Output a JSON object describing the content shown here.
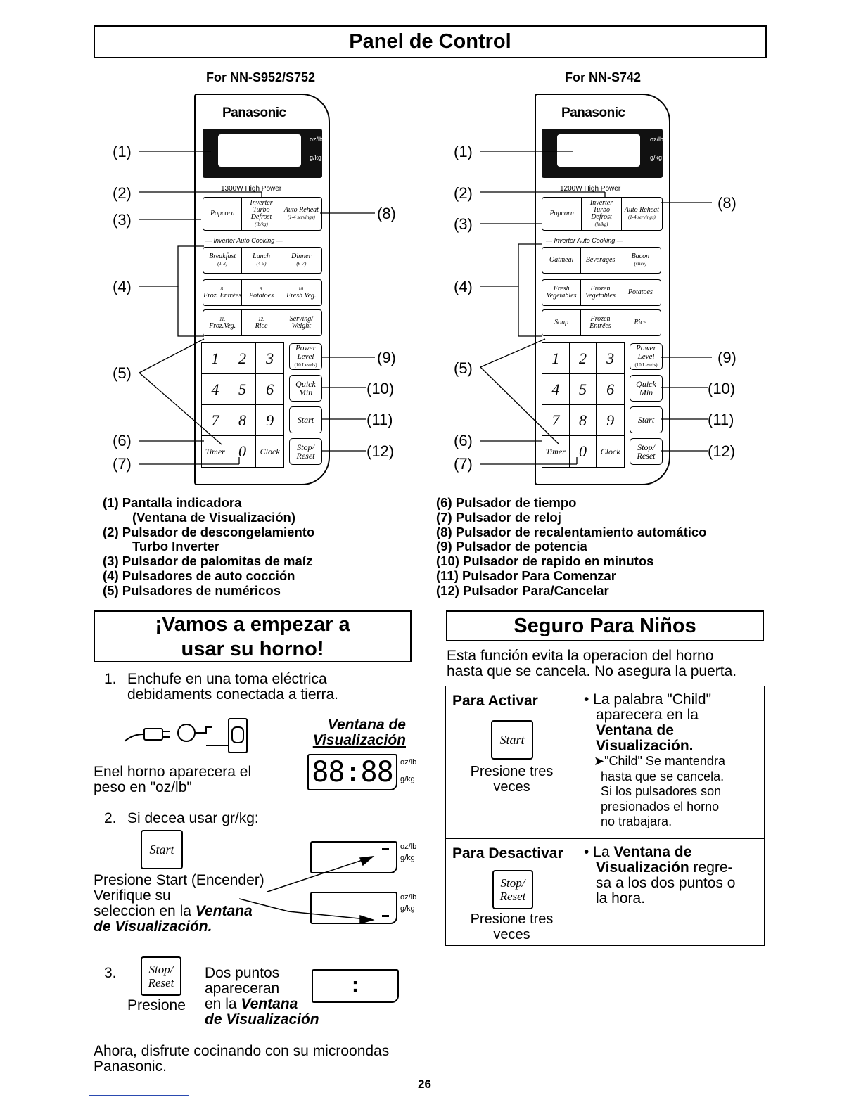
{
  "title": "Panel de Control",
  "left_model": "For NN-S952/S752",
  "right_model": "For NN-S742",
  "brand": "Panasonic",
  "display_units": {
    "oz": "oz/lb",
    "g": "g/kg"
  },
  "left_panel": {
    "power": "1300W High Power",
    "row1": [
      {
        "label": "Popcorn",
        "sub": ""
      },
      {
        "label": "Inverter Turbo Defrost",
        "sub": "(lb/kg)"
      },
      {
        "label": "Auto Reheat",
        "sub": "(1-4 servings)"
      }
    ],
    "auto_label": "Inverter Auto Cooking",
    "auto_rows": [
      [
        {
          "num": "",
          "label": "Breakfast",
          "sub": "(1-3)"
        },
        {
          "num": "",
          "label": "Lunch",
          "sub": "(4-5)"
        },
        {
          "num": "",
          "label": "Dinner",
          "sub": "(6-7)"
        }
      ],
      [
        {
          "num": "8.",
          "label": "Froz. Entrées",
          "sub": ""
        },
        {
          "num": "9.",
          "label": "Potatoes",
          "sub": ""
        },
        {
          "num": "10.",
          "label": "Fresh Veg.",
          "sub": ""
        }
      ],
      [
        {
          "num": "11.",
          "label": "Froz.Veg.",
          "sub": ""
        },
        {
          "num": "12.",
          "label": "Rice",
          "sub": ""
        },
        {
          "num": "",
          "label": "Serving/ Weight",
          "sub": ""
        }
      ]
    ]
  },
  "right_panel": {
    "power": "1200W High Power",
    "row1": [
      {
        "label": "Popcorn",
        "sub": ""
      },
      {
        "label": "Inverter Turbo Defrost",
        "sub": "(lb/kg)"
      },
      {
        "label": "Auto Reheat",
        "sub": "(1-4 servings)"
      }
    ],
    "auto_label": "Inverter Auto Cooking",
    "auto_rows": [
      [
        {
          "num": "",
          "label": "Oatmeal",
          "sub": ""
        },
        {
          "num": "",
          "label": "Beverages",
          "sub": ""
        },
        {
          "num": "",
          "label": "Bacon",
          "sub": "(slice)"
        }
      ],
      [
        {
          "num": "",
          "label": "Fresh Vegetables",
          "sub": ""
        },
        {
          "num": "",
          "label": "Frozen Vegetables",
          "sub": ""
        },
        {
          "num": "",
          "label": "Potatoes",
          "sub": ""
        }
      ],
      [
        {
          "num": "",
          "label": "Soup",
          "sub": ""
        },
        {
          "num": "",
          "label": "Frozen Entrées",
          "sub": ""
        },
        {
          "num": "",
          "label": "Rice",
          "sub": ""
        }
      ]
    ]
  },
  "numpad": [
    "1",
    "2",
    "3",
    "4",
    "5",
    "6",
    "7",
    "8",
    "9",
    "Timer",
    "0",
    "Clock"
  ],
  "side_keys": [
    {
      "label": "Power Level",
      "sub": "(10 Levels)"
    },
    {
      "label": "Quick Min",
      "sub": ""
    },
    {
      "label": "Start",
      "sub": ""
    },
    {
      "label": "Stop/ Reset",
      "sub": ""
    }
  ],
  "callouts": [
    "(1)",
    "(2)",
    "(3)",
    "(4)",
    "(5)",
    "(6)",
    "(7)",
    "(8)",
    "(9)",
    "(10)",
    "(11)",
    "(12)"
  ],
  "legend_left": [
    {
      "text": "(1) Pantalla indicadora",
      "indent": false
    },
    {
      "text": "(Ventana de Visualización)",
      "indent": true
    },
    {
      "text": "(2) Pulsador de descongelamiento",
      "indent": false
    },
    {
      "text": "Turbo Inverter",
      "indent": true
    },
    {
      "text": "(3) Pulsador de palomitas de maíz",
      "indent": false
    },
    {
      "text": "(4) Pulsadores de auto cocción",
      "indent": false
    },
    {
      "text": "(5) Pulsadores de numéricos",
      "indent": false
    }
  ],
  "legend_right": [
    " (6) Pulsador de tiempo",
    " (7) Pulsador de reloj",
    " (8) Pulsador de recalentamiento automático",
    " (9) Pulsador de potencia",
    "(10) Pulsador de rapido en minutos",
    "(11) Pulsador Para Comenzar",
    "(12) Pulsador Para/Cancelar"
  ],
  "vamos": {
    "title_line1": "¡Vamos a empezar a",
    "title_line2": "usar su horno!",
    "step1_num": "1.",
    "step1_line1": "Enchufe en una toma eléctrica",
    "step1_line2": "debidaments conectada a tierra.",
    "ventana_line1": "Ventana de",
    "ventana_line2": "Visualización",
    "display_digits": "88:88",
    "enel_line1": "Enel horno aparecera el",
    "enel_line2": "peso en \"oz/lb\"",
    "step2_num": "2.",
    "step2_text": "Si decea usar gr/kg:",
    "start_btn": "Start",
    "presione_start": "Presione Start (Encender)",
    "verifique_line1": "Verifique su",
    "verifique_line2": "seleccion en la",
    "verifique_bi1": "Ventana",
    "verifique_bi2": "de Visualización.",
    "step3_num": "3.",
    "stop_btn": "Stop/ Reset",
    "presione": "Presione",
    "dos_line1": "Dos puntos",
    "dos_line2": "apareceran",
    "dos_line3": "en la",
    "dos_bi1": "Ventana",
    "dos_bi2": "de Visualización",
    "colon": ":",
    "ahora_line1": "Ahora, disfrute cocinando con su microondas",
    "ahora_line2": "Panasonic."
  },
  "seguro": {
    "title": "Seguro Para Niños",
    "intro_line1": "Esta función evita la operacion del horno",
    "intro_line2": "hasta que se cancela. No asegura la puerta.",
    "activar": "Para Activar",
    "start_btn": "Start",
    "presione_tres": "Presione tres",
    "veces": "veces",
    "act_line1": "• La palabra \"Child\"",
    "act_line2": "aparecera en la",
    "act_bold1": "Ventana de",
    "act_bold2": "Visualización.",
    "act_note": [
      "➤\"Child\" Se mantendra",
      "hasta que se cancela.",
      "Si los pulsadores son",
      "presionados el horno",
      "no trabajara."
    ],
    "desactivar": "Para Desactivar",
    "stop_btn": "Stop/ Reset",
    "des_pre": "• La",
    "des_bold1": "Ventana de",
    "des_bold2": "Visualización",
    "des_line2": "regre-",
    "des_line3": "sa a los dos puntos o",
    "des_line4": "la hora."
  },
  "page_number": "26"
}
